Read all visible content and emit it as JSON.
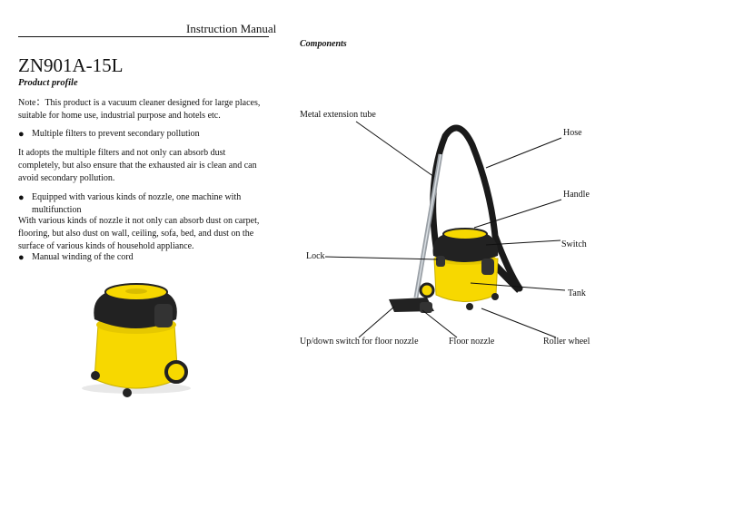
{
  "header": {
    "title": "Instruction Manual"
  },
  "model": "ZN901A-15L",
  "profile_heading": "Product profile",
  "note": "Note：This product is a vacuum cleaner designed for large places, suitable for home use, industrial purpose and hotels etc.",
  "bullets": [
    "Multiple filters to prevent secondary pollution",
    "Equipped with various kinds of nozzle, one machine with multifunction",
    "Manual winding of the cord"
  ],
  "paragraphs": [
    "It adopts the multiple filters and not only can absorb dust completely, but also ensure that the exhausted air is clean and can avoid secondary pollution.",
    "With various kinds of nozzle it not only can absorb dust on carpet, flooring, but also dust on wall, ceiling, sofa, bed, and dust on the surface of various kinds of household appliance."
  ],
  "components_heading": "Components",
  "component_labels": {
    "metal_tube": "Metal extension tube",
    "hose": "Hose",
    "handle": "Handle",
    "switch": "Switch",
    "lock": "Lock",
    "tank": "Tank",
    "updown_switch": "Up/down switch for floor nozzle",
    "floor_nozzle": "Floor nozzle",
    "roller_wheel": "Roller wheel"
  },
  "colors": {
    "body_yellow": "#F7D800",
    "lid_black": "#222222",
    "rule": "#111111"
  }
}
